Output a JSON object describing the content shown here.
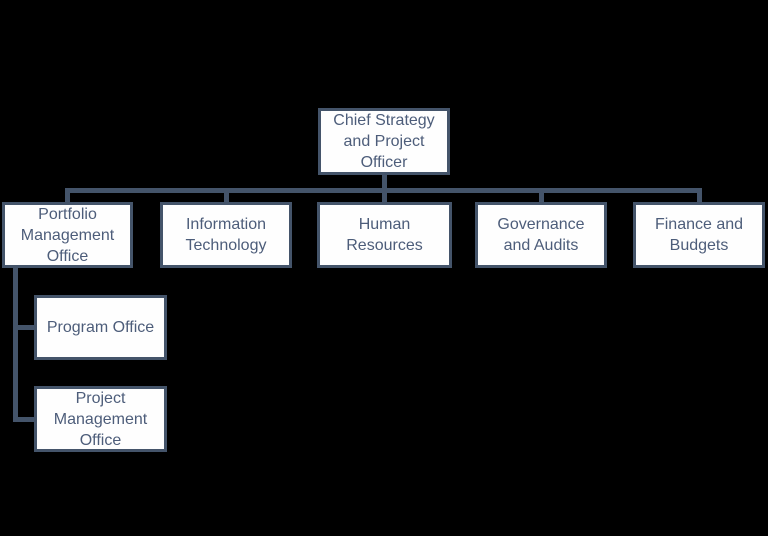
{
  "diagram": {
    "type": "org-chart",
    "colors": {
      "bg_color": "#000000",
      "box_fill": "#fefefe",
      "line_color": "#44546a",
      "text_color": "#4d5d7a"
    },
    "nodes": {
      "chief": {
        "label": "Chief Strategy\nand Project\nOfficer"
      },
      "portfolio": {
        "label": "Portfolio\nManagement\nOffice"
      },
      "it": {
        "label": "Information\nTechnology"
      },
      "hr": {
        "label": "Human\nResources"
      },
      "governance": {
        "label": "Governance\nand Audits"
      },
      "finance": {
        "label": "Finance and\nBudgets"
      },
      "program": {
        "label": "Program Office"
      },
      "pmo": {
        "label": "Project\nManagement\nOffice"
      }
    },
    "edges": [
      {
        "parent": "chief",
        "child": "portfolio"
      },
      {
        "parent": "chief",
        "child": "it"
      },
      {
        "parent": "chief",
        "child": "hr"
      },
      {
        "parent": "chief",
        "child": "governance"
      },
      {
        "parent": "chief",
        "child": "finance"
      },
      {
        "parent": "portfolio",
        "child": "program"
      },
      {
        "parent": "portfolio",
        "child": "pmo"
      }
    ]
  }
}
